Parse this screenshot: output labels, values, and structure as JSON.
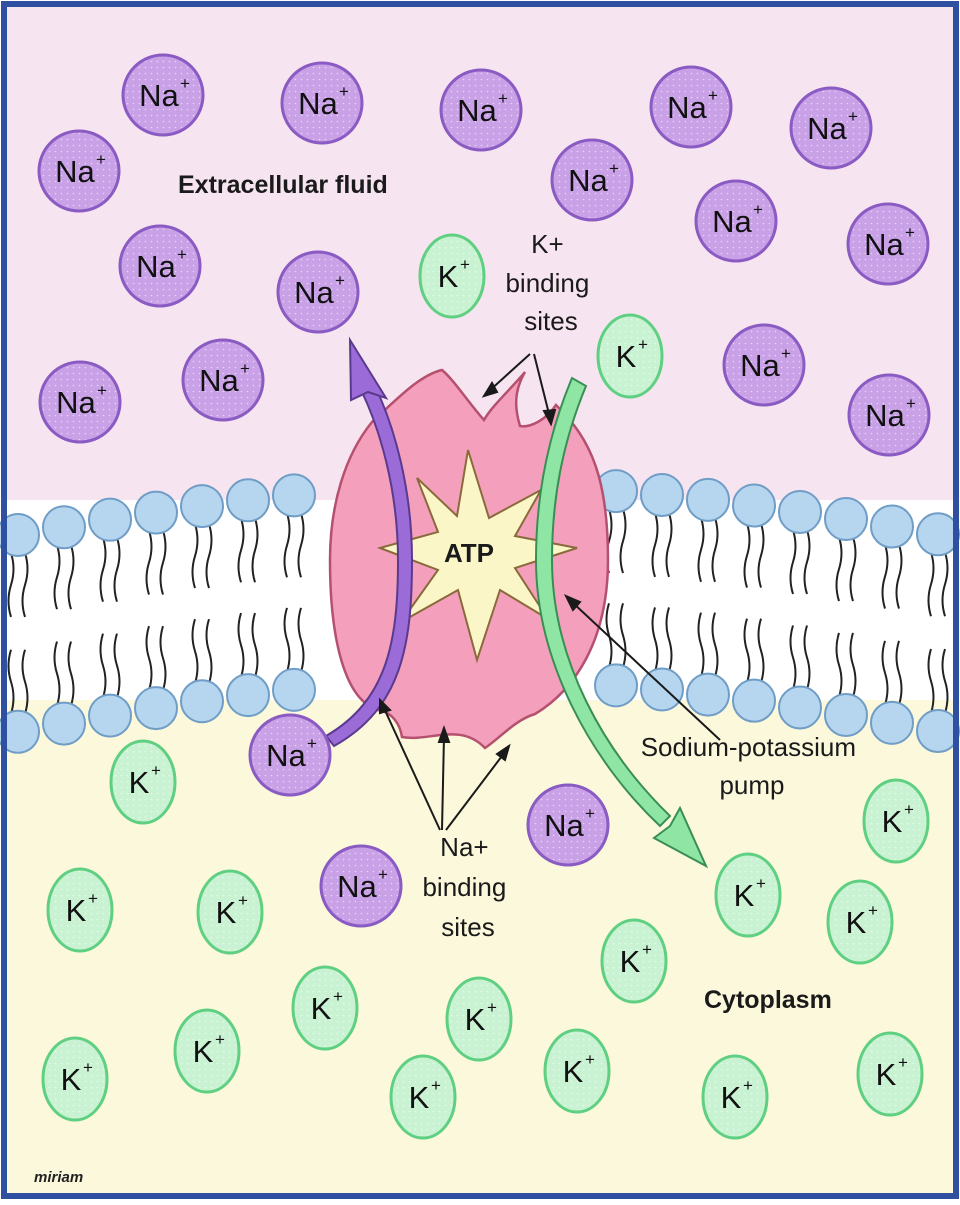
{
  "labels": {
    "extracellular": "Extracellular fluid",
    "cytoplasm": "Cytoplasm",
    "atp": "ATP",
    "k_binding": [
      "K+",
      "binding",
      "sites"
    ],
    "na_binding": [
      "Na+",
      "binding",
      "sites"
    ],
    "pump": [
      "Sodium-potassium",
      "pump"
    ],
    "signature": "miriam"
  },
  "ions": {
    "na_symbol": "Na",
    "k_symbol": "K",
    "charge": "+"
  },
  "colors": {
    "extracellular_bg": "#f7e4f1",
    "cytoplasm_bg": "#fbf8dc",
    "frame": "#2f4fa0",
    "membrane_head": "#b6d6ef",
    "membrane_head_stroke": "#6f9dc6",
    "pump_protein": "#f4a0bc",
    "atp_burst": "#fbf6c8",
    "na_ion": "#c9a1e6",
    "na_stroke": "#8a5bc2",
    "k_ion": "#c9f2d3",
    "k_stroke": "#5fcf81",
    "na_arrow": "#9b6bd8",
    "k_arrow": "#8fe6a4"
  }
}
